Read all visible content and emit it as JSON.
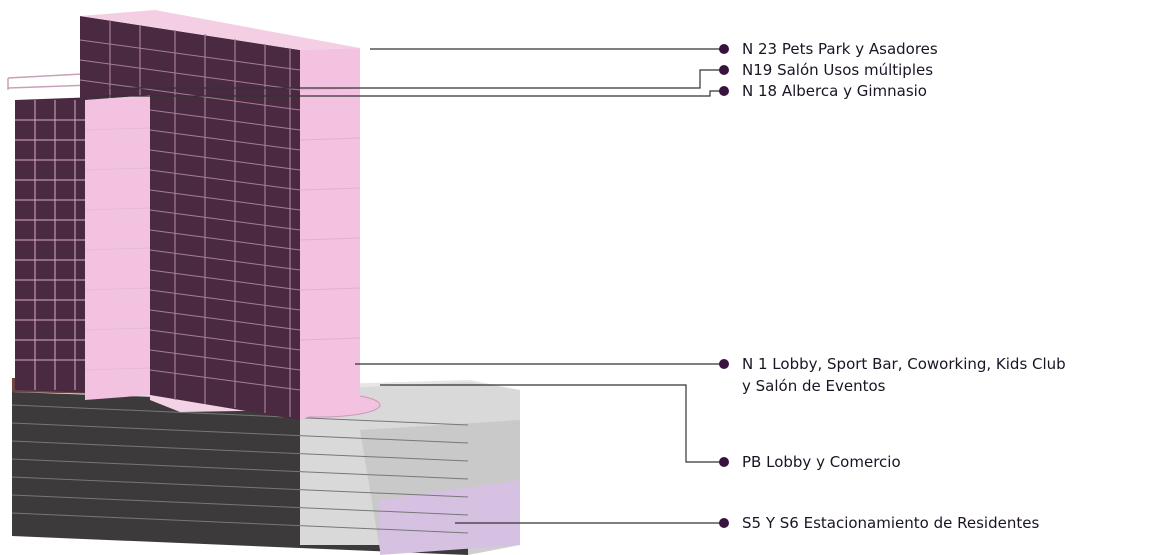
{
  "labels": [
    {
      "key": "n23",
      "text": "N 23 Pets Park y Asadores"
    },
    {
      "key": "n19",
      "text": "N19 Salón Usos múltiples"
    },
    {
      "key": "n18",
      "text": "N 18 Alberca y Gimnasio"
    },
    {
      "key": "n1",
      "line1": "N 1 Lobby, Sport Bar, Coworking, Kids Club",
      "line2": "y Salón de Eventos"
    },
    {
      "key": "pb",
      "text": "PB Lobby y Comercio"
    },
    {
      "key": "s56",
      "text": "S5 Y S6 Estacionamiento de Residentes"
    }
  ],
  "colors": {
    "tower_front": "#f2c2e0",
    "tower_dark": "#4a2a40",
    "tower_line": "#a77c98",
    "podium_dark": "#3d3a3c",
    "podium_light": "#d9d9d9",
    "podium_mid": "#bdbdbd",
    "lilac": "#d7c1e2",
    "brown": "#6e4545",
    "dot": "#3a1240",
    "leader": "#333333"
  }
}
